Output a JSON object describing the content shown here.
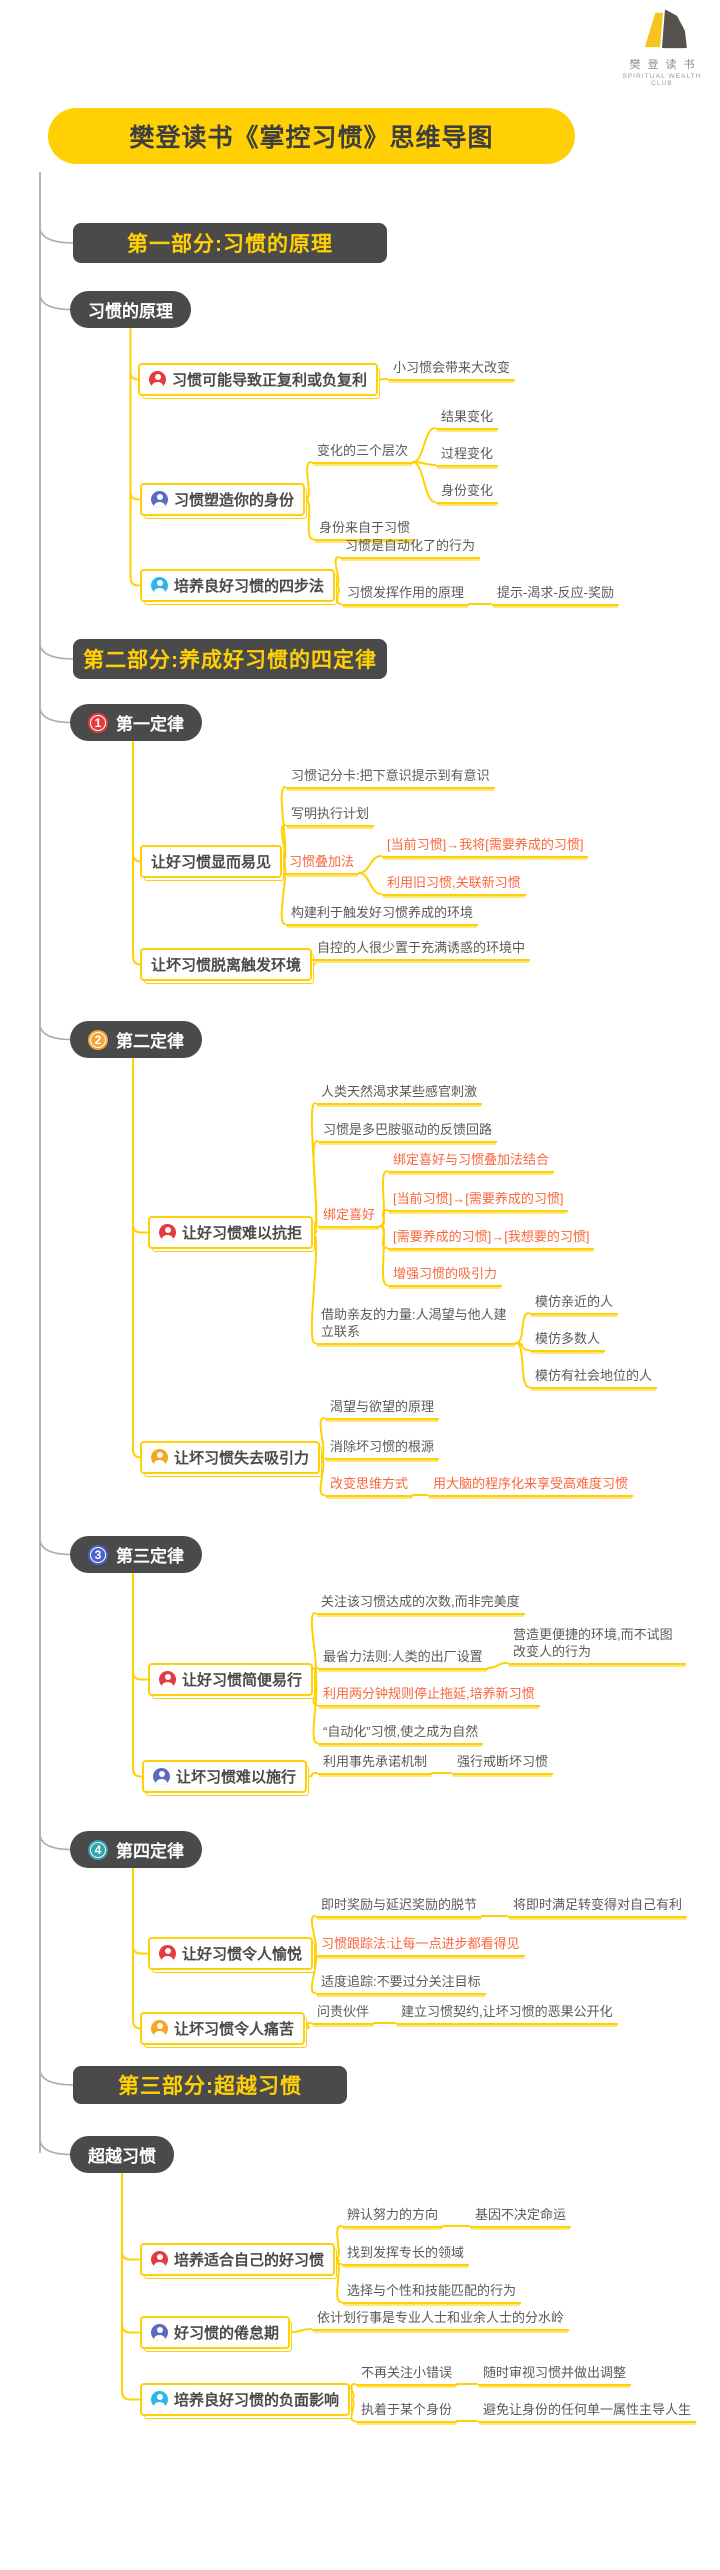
{
  "meta": {
    "title": "樊登读书《掌控习惯》思维导图",
    "logo_cn": "樊登读书",
    "logo_en": "SPIRITUAL WEALTH CLUB"
  },
  "colors": {
    "brand_yellow": "#FFD104",
    "dark_gray": "#4A4A4A",
    "text_gray": "#5A5A5A",
    "accent_orange": "#F9663C",
    "icon_red": "#E23C3F",
    "icon_indigo": "#5B6BC0",
    "icon_cyan": "#2FB6E9",
    "icon_orange": "#F5A623",
    "num1": "#E23C3F",
    "num2": "#F2A53C",
    "num3": "#4E63C9",
    "num4": "#35A3AC"
  },
  "part1": {
    "header": "第一部分:习惯的原理",
    "root": "习惯的原理",
    "compound": {
      "label": "习惯可能导致正复利或负复利",
      "note": "小习惯会带来大改变"
    },
    "identity": {
      "label": "习惯塑造你的身份",
      "levels_label": "变化的三个层次",
      "levels": [
        "结果变化",
        "过程变化",
        "身份变化"
      ],
      "note": "身份来自于习惯"
    },
    "four_steps": {
      "label": "培养良好习惯的四步法",
      "auto": "习惯是自动化了的行为",
      "principle": "习惯发挥作用的原理",
      "loop": "提示-渴求-反应-奖励"
    }
  },
  "part2": {
    "header": "第二部分:养成好习惯的四定律",
    "law1": {
      "num": "1",
      "label": "第一定律",
      "good": {
        "label": "让好习惯显而易见",
        "scorecard": "习惯记分卡:把下意识提示到有意识",
        "plan": "写明执行计划",
        "stack": "习惯叠加法",
        "stack_items": [
          "[当前习惯]→我将[需要养成的习惯]",
          "利用旧习惯,关联新习惯"
        ],
        "env": "构建利于触发好习惯养成的环境"
      },
      "bad": {
        "label": "让坏习惯脱离触发环境",
        "note": "自控的人很少置于充满诱惑的环境中"
      }
    },
    "law2": {
      "num": "2",
      "label": "第二定律",
      "good": {
        "label": "让好习惯难以抗拒",
        "crave": "人类天然渴求某些感官刺激",
        "dopamine": "习惯是多巴胺驱动的反馈回路",
        "bundle": "绑定喜好",
        "bundle_items": [
          "绑定喜好与习惯叠加法结合",
          "[当前习惯]→[需要养成的习惯]",
          "[需要养成的习惯]→[我想要的习惯]",
          "增强习惯的吸引力"
        ],
        "social": "借助亲友的力量:人渴望与他人建立联系",
        "social_items": [
          "模仿亲近的人",
          "模仿多数人",
          "模仿有社会地位的人"
        ]
      },
      "bad": {
        "label": "让坏习惯失去吸引力",
        "desire": "渴望与欲望的原理",
        "root_cause": "消除坏习惯的根源",
        "mindset": "改变思维方式",
        "mindset_note": "用大脑的程序化来享受高难度习惯"
      }
    },
    "law3": {
      "num": "3",
      "label": "第三定律",
      "good": {
        "label": "让好习惯简便易行",
        "count": "关注该习惯达成的次数,而非完美度",
        "least_effort": "最省力法则:人类的出厂设置",
        "least_effort_note": "营造更便捷的环境,而不试图改变人的行为",
        "two_min": "利用两分钟规则停止拖延,培养新习惯",
        "automate": "“自动化”习惯,使之成为自然"
      },
      "bad": {
        "label": "让坏习惯难以施行",
        "commit": "利用事先承诺机制",
        "commit_note": "强行戒断坏习惯"
      }
    },
    "law4": {
      "num": "4",
      "label": "第四定律",
      "good": {
        "label": "让好习惯令人愉悦",
        "reward": "即时奖励与延迟奖励的脱节",
        "reward_note": "将即时满足转变得对自己有利",
        "track": "习惯跟踪法:让每一点进步都看得见",
        "moderate": "适度追踪:不要过分关注目标"
      },
      "bad": {
        "label": "让坏习惯令人痛苦",
        "partner": "问责伙伴",
        "contract": "建立习惯契约,让坏习惯的恶果公开化"
      }
    }
  },
  "part3": {
    "header": "第三部分:超越习惯",
    "root": "超越习惯",
    "fit": {
      "label": "培养适合自己的好习惯",
      "direction": "辨认努力的方向",
      "direction_note": "基因不决定命运",
      "field": "找到发挥专长的领域",
      "match": "选择与个性和技能匹配的行为"
    },
    "burnout": {
      "label": "好习惯的倦怠期",
      "note": "依计划行事是专业人士和业余人士的分水岭"
    },
    "downside": {
      "label": "培养良好习惯的负面影响",
      "mistake": "不再关注小错误",
      "mistake_note": "随时审视习惯并做出调整",
      "identity": "执着于某个身份",
      "identity_note": "避免让身份的任何单一属性主导人生"
    }
  }
}
